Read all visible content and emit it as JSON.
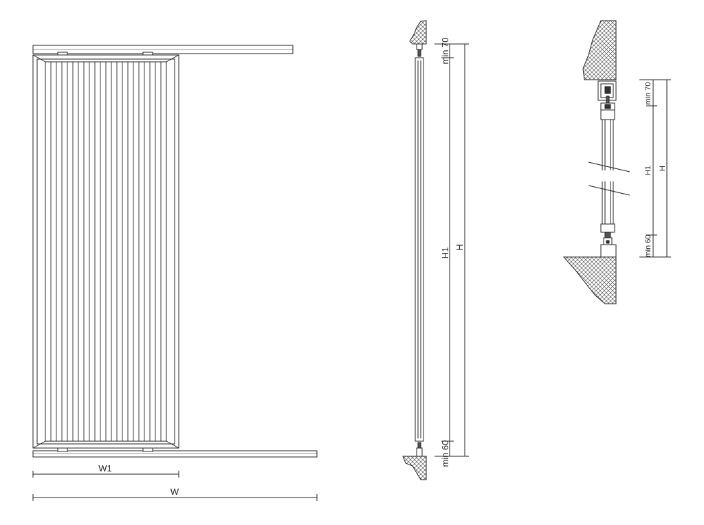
{
  "front_view": {
    "labels": {
      "width_leaf": "W1",
      "width_total": "W"
    }
  },
  "side_section": {
    "labels": {
      "top_clearance": "min 70",
      "bottom_clearance": "min 60",
      "leaf_height": "H1",
      "total_height": "H"
    }
  },
  "detail_section": {
    "labels": {
      "top_clearance": "min 70",
      "bottom_clearance": "min 60",
      "leaf_height": "H1",
      "total_height": "H"
    }
  },
  "colors": {
    "line": "#222222",
    "hatch": "#333333",
    "background": "#ffffff"
  }
}
